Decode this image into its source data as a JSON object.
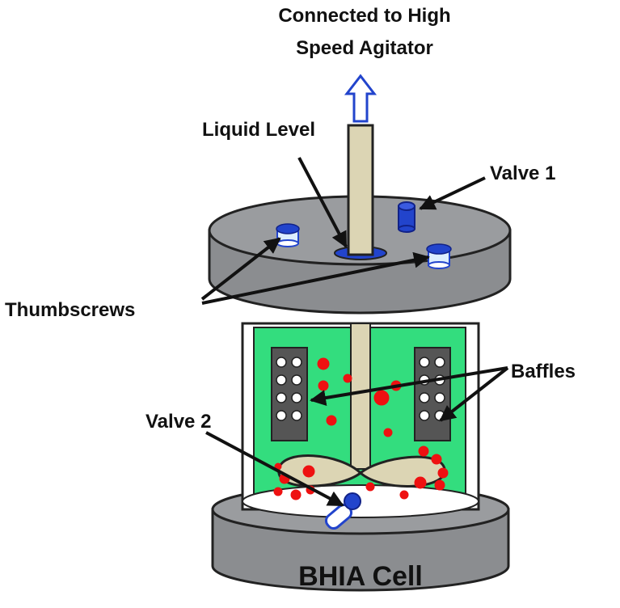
{
  "labels": {
    "agitator_line1": "Connected to High",
    "agitator_line2": "Speed Agitator",
    "liquid_level": "Liquid Level",
    "valve1": "Valve 1",
    "thumbscrews": "Thumbscrews",
    "baffles": "Baffles",
    "valve2": "Valve 2",
    "cell_name": "BHIA Cell"
  },
  "colors": {
    "lid": "#8b8d90",
    "shaft": "#dcd5b4",
    "liquid": "#33dd7e",
    "droplet": "#ee1111",
    "fitting": "#2244cc",
    "outline": "#222222",
    "baffle": "#555555"
  }
}
